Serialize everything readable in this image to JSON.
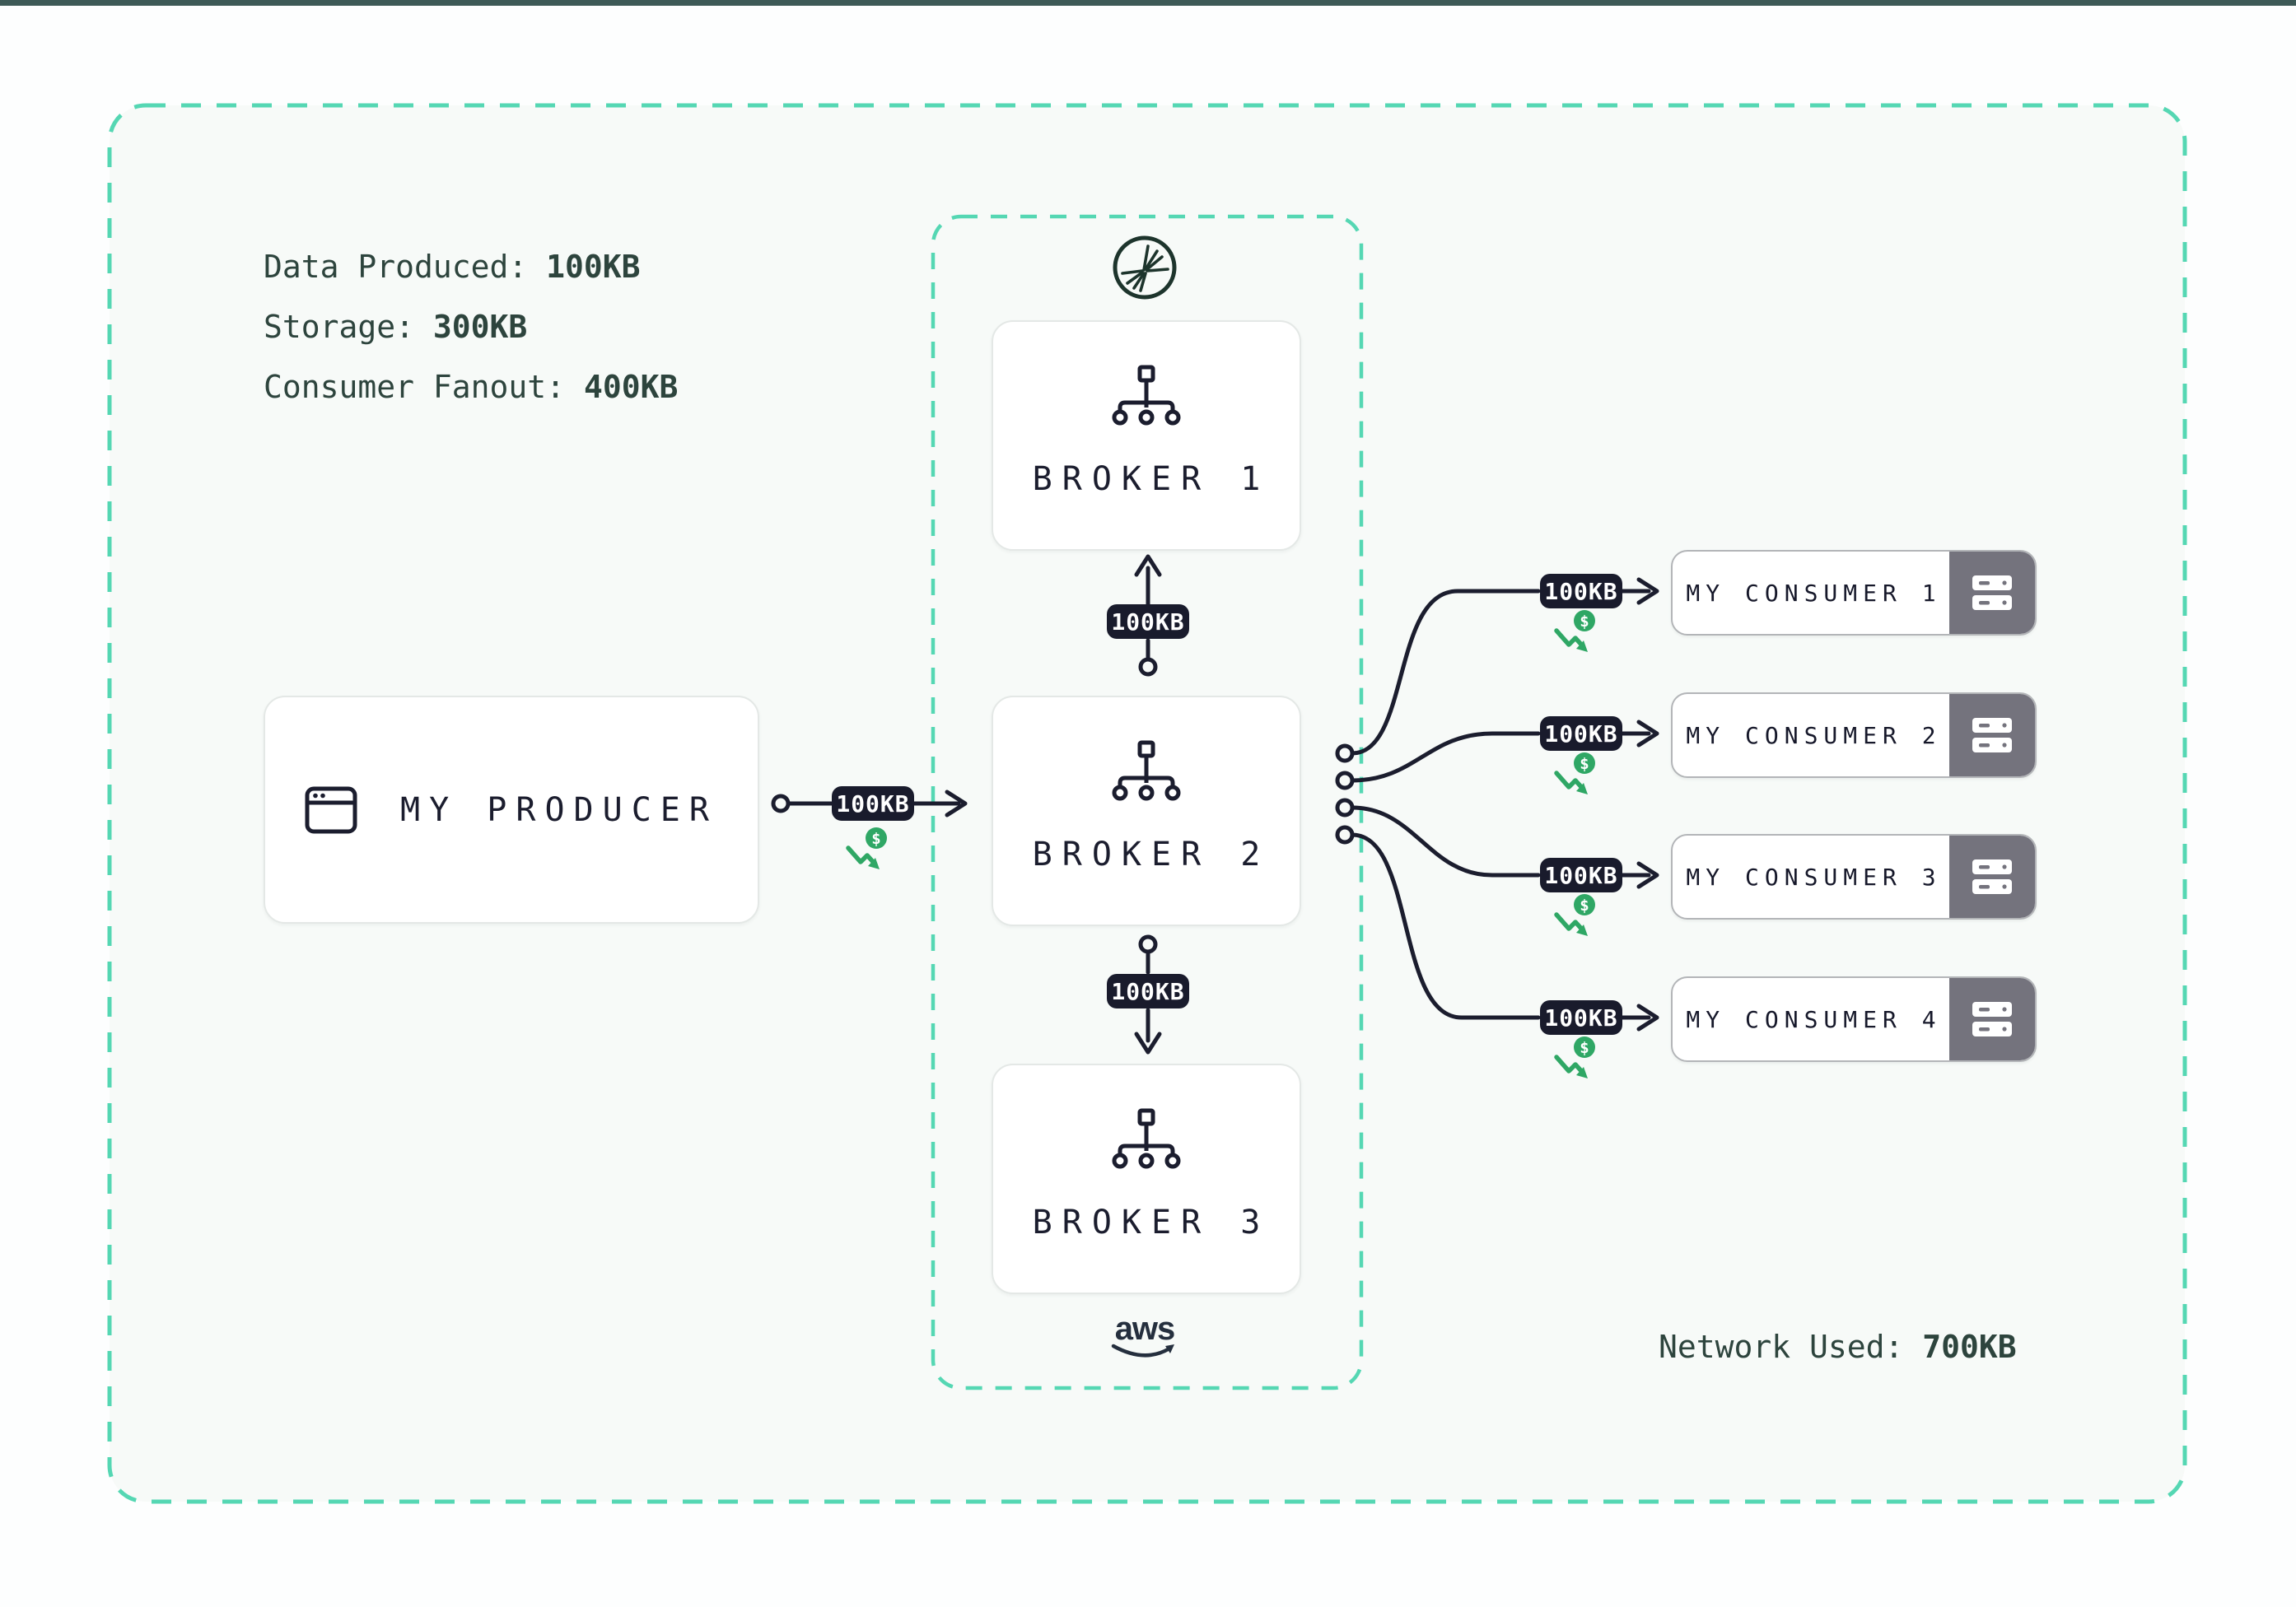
{
  "colors": {
    "accent_teal": "#55d7b3",
    "top_bar": "#3e5a57",
    "ink": "#1b1d2e",
    "pill_bg": "#191b2c",
    "metric_text": "#2d443d",
    "cost_green": "#2fa765",
    "consumer_panel_gray": "#74737d",
    "canvas_bg": "#f7faf8"
  },
  "metrics": [
    {
      "label": "Data Produced:",
      "value": "100KB"
    },
    {
      "label": "Storage:",
      "value": "300KB"
    },
    {
      "label": "Consumer Fanout:",
      "value": "400KB"
    }
  ],
  "producer": {
    "label": "MY PRODUCER"
  },
  "brokers": [
    {
      "label": "BROKER 1"
    },
    {
      "label": "BROKER 2"
    },
    {
      "label": "BROKER 3"
    }
  ],
  "consumers": [
    {
      "label": "MY CONSUMER 1"
    },
    {
      "label": "MY CONSUMER 2"
    },
    {
      "label": "MY CONSUMER 3"
    },
    {
      "label": "MY CONSUMER 4"
    }
  ],
  "connectors": {
    "producer_to_broker2": "100KB",
    "broker2_to_broker1": "100KB",
    "broker2_to_broker3": "100KB",
    "broker2_to_consumer1": "100KB",
    "broker2_to_consumer2": "100KB",
    "broker2_to_consumer3": "100KB",
    "broker2_to_consumer4": "100KB"
  },
  "footer": {
    "label": "Network Used:",
    "value": "700KB"
  },
  "aws": {
    "text": "aws"
  }
}
